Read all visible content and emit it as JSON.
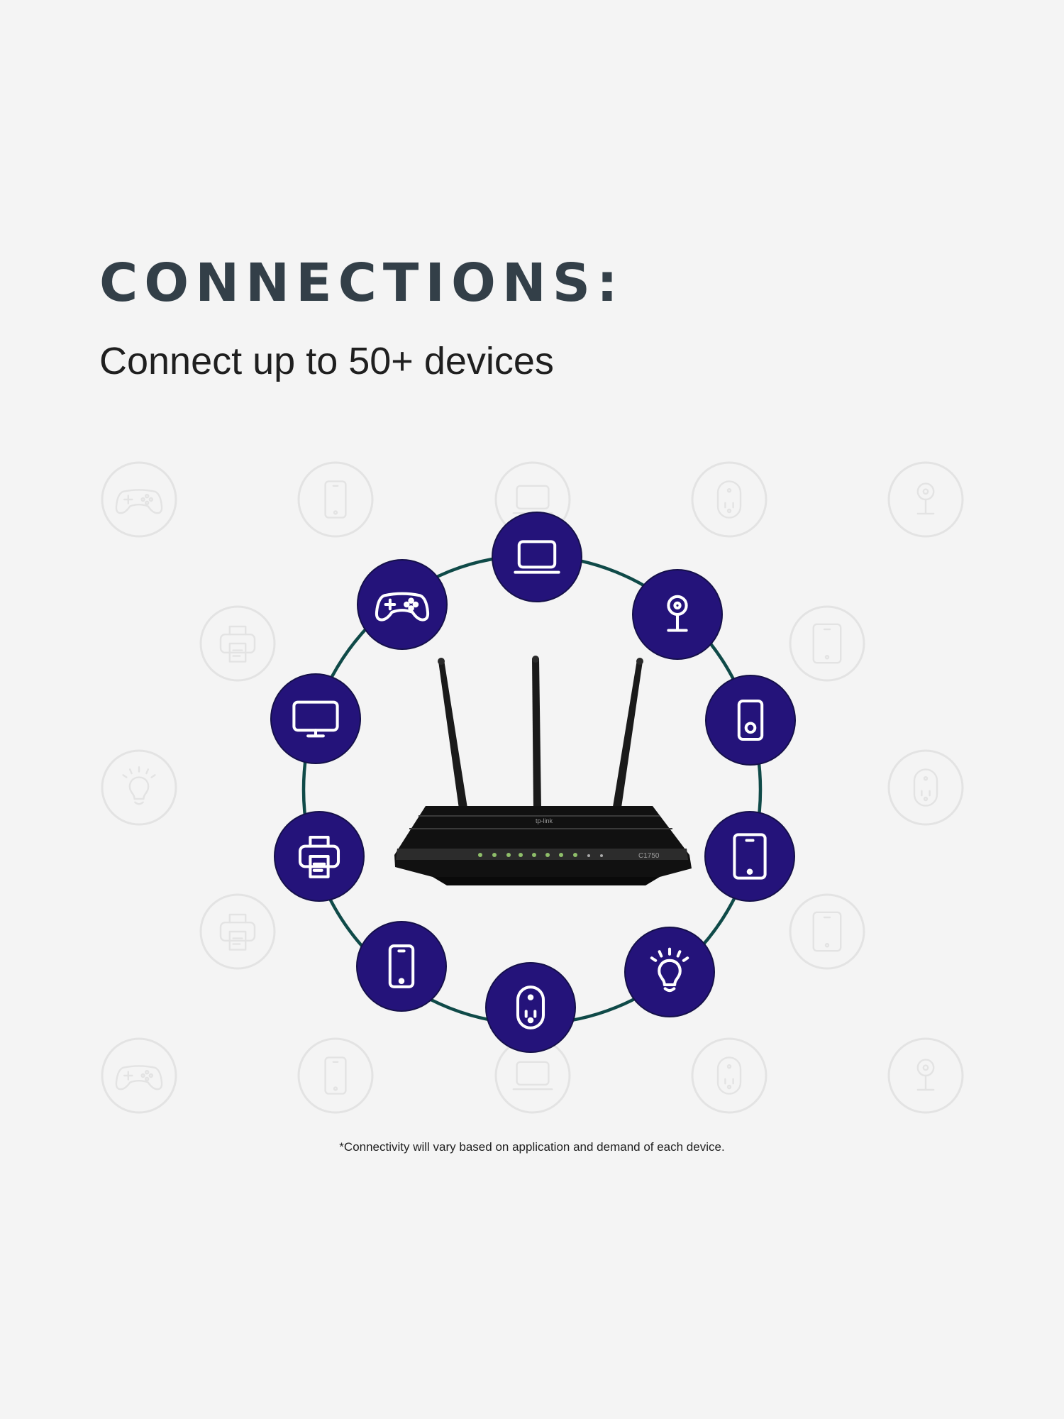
{
  "header": {
    "title": "CONNECTIONS:",
    "subtitle": "Connect up to 50+ devices"
  },
  "footnote": "*Connectivity will vary based on application and demand of each device.",
  "colors": {
    "background": "#f4f4f4",
    "title": "#333f48",
    "icon_circle": "#24137a",
    "connector_ring": "#0f4a48",
    "ghost_icon": "#e3e3e3"
  },
  "router": {
    "label": "C1750",
    "antennas": 3
  },
  "connected_devices": [
    {
      "name": "laptop",
      "icon": "laptop-icon"
    },
    {
      "name": "security camera",
      "icon": "camera-icon"
    },
    {
      "name": "smart doorbell",
      "icon": "doorbell-icon"
    },
    {
      "name": "tablet",
      "icon": "tablet-icon"
    },
    {
      "name": "smart bulb",
      "icon": "lightbulb-icon"
    },
    {
      "name": "smart plug",
      "icon": "smart-plug-icon"
    },
    {
      "name": "smartphone",
      "icon": "smartphone-icon"
    },
    {
      "name": "printer",
      "icon": "printer-icon"
    },
    {
      "name": "monitor",
      "icon": "monitor-icon"
    },
    {
      "name": "game controller",
      "icon": "gamepad-icon"
    }
  ],
  "background_icons": [
    "gamepad-icon",
    "smartphone-icon",
    "laptop-icon",
    "smart-plug-icon",
    "camera-icon",
    "printer-icon",
    "tablet-icon",
    "lightbulb-icon",
    "smart-plug-icon",
    "printer-icon",
    "tablet-icon",
    "gamepad-icon",
    "smartphone-icon",
    "laptop-icon",
    "smart-plug-icon",
    "camera-icon"
  ]
}
